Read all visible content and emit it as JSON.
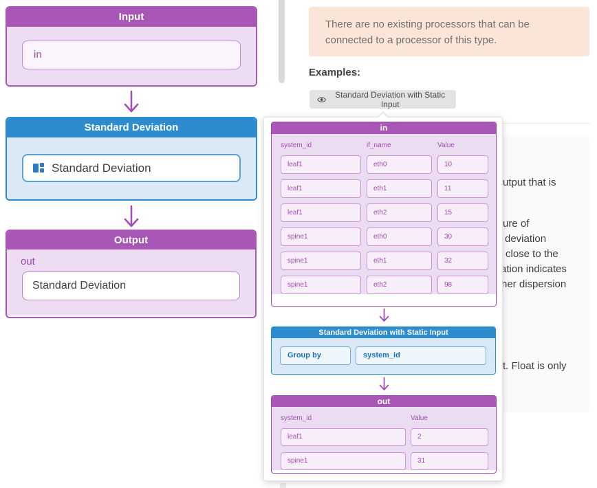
{
  "left_flow": {
    "input_box": {
      "title": "Input",
      "field": "in"
    },
    "processor_box": {
      "title": "Standard Deviation",
      "field": "Standard Deviation"
    },
    "output_box": {
      "title": "Output",
      "port_label": "out",
      "field": "Standard Deviation"
    }
  },
  "right_panel": {
    "notice_text": "There are no existing processors that can be connected to a processor of this type.",
    "examples_label": "Examples:",
    "example_button_label": "Standard Deviation with Static Input"
  },
  "example_popup": {
    "in_table": {
      "title": "in",
      "columns": [
        "system_id",
        "if_name",
        "Value"
      ],
      "rows": [
        [
          "leaf1",
          "eth0",
          "10"
        ],
        [
          "leaf1",
          "eth1",
          "11"
        ],
        [
          "leaf1",
          "eth2",
          "15"
        ],
        [
          "spine1",
          "eth0",
          "30"
        ],
        [
          "spine1",
          "eth1",
          "32"
        ],
        [
          "spine1",
          "eth2",
          "98"
        ]
      ]
    },
    "processor": {
      "title": "Standard Deviation with Static Input",
      "group_by_label": "Group by",
      "group_by_value": "system_id"
    },
    "out_table": {
      "title": "out",
      "columns": [
        "system_id",
        "Value"
      ],
      "rows": [
        [
          "leaf1",
          "2"
        ],
        [
          "spine1",
          "31"
        ]
      ]
    }
  },
  "background_text_fragments": [
    "utput that is",
    "ure of",
    "deviation",
    "close to the",
    "ation indicates",
    "ner dispersion",
    "t. Float is only"
  ],
  "colors": {
    "purple_header": "#a857b6",
    "blue_header": "#2d8ccd",
    "purple_text": "#9b4fae",
    "blue_text": "#1d6fba",
    "notice_bg": "#fbe5d8",
    "arrow": "#a04fb5"
  }
}
